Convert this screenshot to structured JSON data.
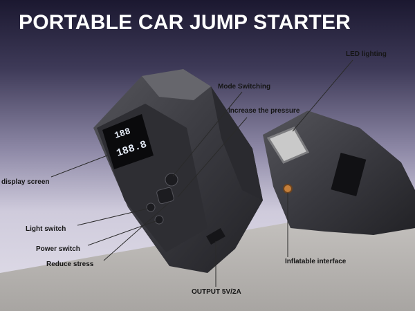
{
  "title": "PORTABLE CAR JUMP STARTER",
  "callouts": {
    "display_screen": "display screen",
    "mode_switching": "Mode Switching",
    "increase_pressure": "Increase the pressure",
    "led_lighting": "LED lighting",
    "light_switch": "Light switch",
    "power_switch": "Power switch",
    "reduce_stress": "Reduce stress",
    "inflatable_interface": "Inflatable interface",
    "output": "OUTPUT 5V/2A"
  },
  "display_readouts": {
    "upper": "188",
    "lower": "188.8"
  },
  "colors": {
    "background_top": "#1b1830",
    "background_bottom": "#e3e0ea",
    "device_body": "#3b3b40",
    "screen": "#0a0a0c",
    "ground": "#b9b6b3"
  }
}
